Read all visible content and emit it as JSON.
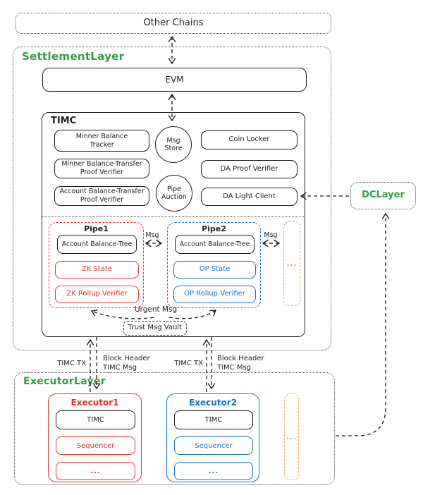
{
  "colors": {
    "ink": "#1e1e1e",
    "green": "#2f9e44",
    "red": "#e03131",
    "blue": "#1971c2",
    "orange": "#f0a05c"
  },
  "other_chains": {
    "title": "Other Chains"
  },
  "settlement": {
    "title": "SettlementLayer",
    "evm": {
      "label": "EVM"
    },
    "timc": {
      "title": "TIMC",
      "minner_balance_tracker": "Minner Balance\nTracker",
      "minner_balance_transfer_proof_verifier": "Minner Balance-Transfer\nProof Verifier",
      "account_balance_transfer_proof_verifier": "Account Balance-Transfer\nProof Verifier",
      "msg_store": "Msg\nStore",
      "pipe_auction": "Pipe\nAuction",
      "coin_locker": "Coin Locker",
      "da_proof_verifier": "DA Proof Verifier",
      "da_light_client": "DA Light Client",
      "pipe1": {
        "title": "Pipe1",
        "tree": "Account Balance-Tree",
        "state": "ZK State",
        "verifier": "ZK Rollup Verifier"
      },
      "pipe2": {
        "title": "Pipe2",
        "tree": "Account Balance-Tree",
        "state": "OP State",
        "verifier": "OP Rollup Verifier"
      },
      "more_pipes": "...",
      "msg_left": "Msg",
      "msg_right": "Msg",
      "urgent_msg": "Urgent Msg",
      "trust_msg_vault": "Trust Msg Vault"
    }
  },
  "executor_layer": {
    "title": "ExecutorLayer",
    "executor1": {
      "title": "Executor1",
      "timc": "TIMC",
      "sequencer": "Sequencer",
      "more": "..."
    },
    "executor2": {
      "title": "Executor2",
      "timc": "TIMC",
      "sequencer": "Sequencer",
      "more": "..."
    },
    "more_executors": "..."
  },
  "dc_layer": {
    "title": "DCLayer"
  },
  "flows": {
    "timc_tx_left": "TIMC TX",
    "block_header_left": "Block Header\nTIMC Msg",
    "timc_tx_right": "TIMC TX",
    "block_header_right": "Block Header\nTIMC Msg"
  }
}
